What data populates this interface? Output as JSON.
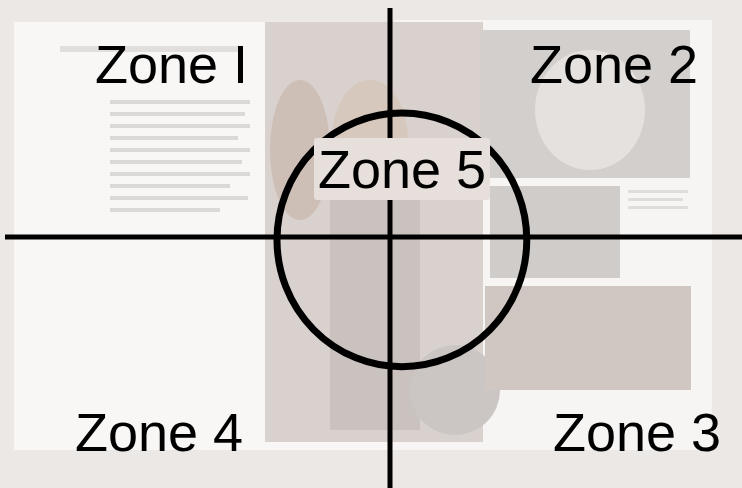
{
  "diagram": {
    "nodes": [
      {
        "text": [
          "Zone 5"
        ]
      }
    ],
    "labels": [
      "Zone I",
      "Zone 2",
      "Zone 4",
      "Zone 3"
    ]
  }
}
